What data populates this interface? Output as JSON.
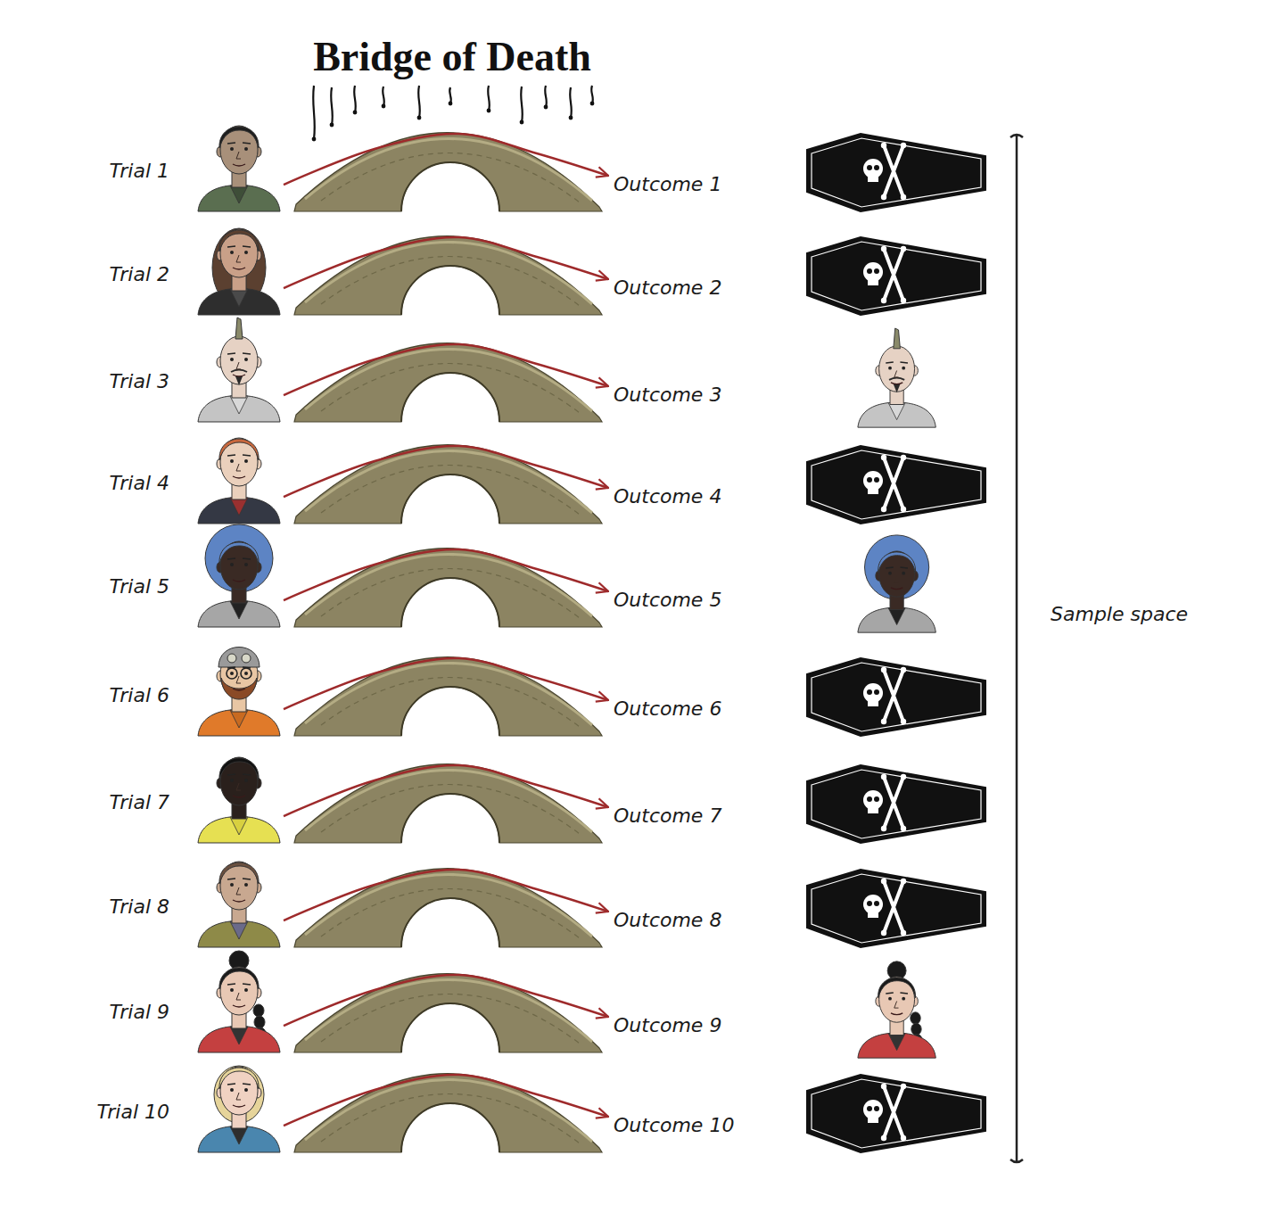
{
  "diagram": {
    "title": "Bridge of Death",
    "nodes": [
      {
        "text": [
          "Trial 1"
        ]
      },
      {
        "text": [
          "Outcome 1"
        ]
      },
      {
        "text": [
          "Trial 2"
        ]
      },
      {
        "text": [
          "Outcome 2"
        ]
      },
      {
        "text": [
          "Trial 3"
        ]
      },
      {
        "text": [
          "Outcome 3"
        ]
      },
      {
        "text": [
          "Trial 4"
        ]
      },
      {
        "text": [
          "Outcome 4"
        ]
      },
      {
        "text": [
          "Trial 5"
        ]
      },
      {
        "text": [
          "Outcome 5"
        ]
      },
      {
        "text": [
          "Trial 6"
        ]
      },
      {
        "text": [
          "Outcome 6"
        ]
      },
      {
        "text": [
          "Trial 7"
        ]
      },
      {
        "text": [
          "Outcome 7"
        ]
      },
      {
        "text": [
          "Trial 8"
        ]
      },
      {
        "text": [
          "Outcome 8"
        ]
      },
      {
        "text": [
          "Trial 9"
        ]
      },
      {
        "text": [
          "Outcome 9"
        ]
      },
      {
        "text": [
          "Trial 10"
        ]
      },
      {
        "text": [
          "Outcome 10"
        ]
      }
    ],
    "edges": [
      {
        "from": 0,
        "to": 1,
        "arrow": "to"
      },
      {
        "from": 2,
        "to": 3,
        "arrow": "to"
      },
      {
        "from": 4,
        "to": 5,
        "arrow": "to"
      },
      {
        "from": 6,
        "to": 7,
        "arrow": "to"
      },
      {
        "from": 8,
        "to": 9,
        "arrow": "to"
      },
      {
        "from": 10,
        "to": 11,
        "arrow": "to"
      },
      {
        "from": 12,
        "to": 13,
        "arrow": "to"
      },
      {
        "from": 14,
        "to": 15,
        "arrow": "to"
      },
      {
        "from": 16,
        "to": 17,
        "arrow": "to"
      },
      {
        "from": 18,
        "to": 19,
        "arrow": "to"
      }
    ],
    "labels": [
      "Sample space"
    ]
  }
}
